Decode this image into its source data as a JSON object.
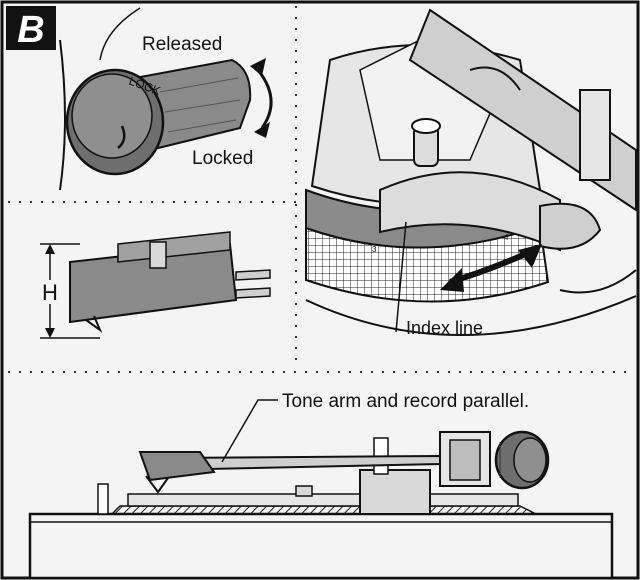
{
  "section_label": "B",
  "labels": {
    "released": "Released",
    "locked": "Locked",
    "lock_text": "LOCK",
    "height": "H",
    "index_line": "Index line",
    "parallel_note": "Tone arm and record parallel.",
    "scale_3": "3",
    "scale_4": "4"
  },
  "colors": {
    "ink": "#111111",
    "gray_fill": "#8a8a8a",
    "light_fill": "#d9d9d9",
    "paper": "#f4f4f4"
  }
}
